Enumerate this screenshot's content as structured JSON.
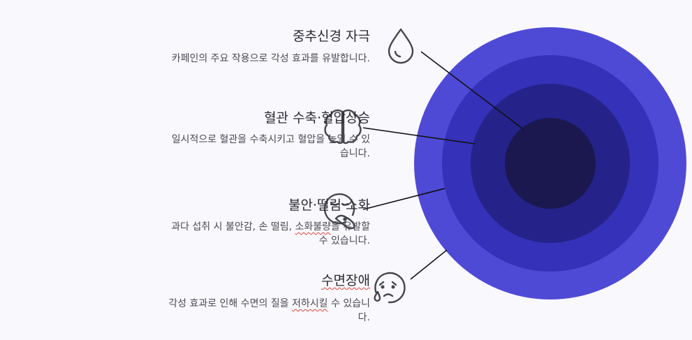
{
  "colors": {
    "ring_outer": "#4f4ad6",
    "ring_2": "#3531b8",
    "ring_3": "#25228a",
    "ring_core": "#1b1850",
    "line": "#111111",
    "icon": "#45454d"
  },
  "items": [
    {
      "title": "중추신경 자극",
      "desc": "카페인의 주요 작용으로 각성 효과를 유발합니다.",
      "icon": "water-drop-icon"
    },
    {
      "title": "혈관 수축·혈압상승",
      "desc_1": "일시적으로 혈관을 수축시키고 혈압을 높일 수 있",
      "desc_2": "습니다.",
      "icon": "brain-icon"
    },
    {
      "title": "불안·떨림·소화",
      "desc_1a": "과다 섭취 시 불안감, 손 떨림, ",
      "desc_1b": "소화불량",
      "desc_1c": "을 유발할",
      "desc_2": "수 있습니다.",
      "icon": "sick-face-icon"
    },
    {
      "title": "수면장애",
      "desc_1a": "각성 효과로 인해 수면의 질을 ",
      "desc_1b": "저하시킬",
      "desc_1c": " 수 있습니",
      "desc_2": "다.",
      "icon": "worried-face-icon"
    }
  ]
}
